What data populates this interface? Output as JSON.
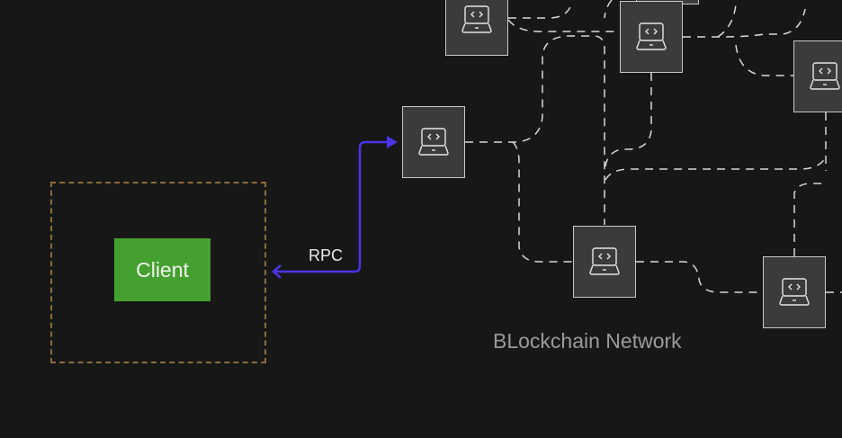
{
  "client": {
    "label": "Client"
  },
  "connection": {
    "label": "RPC",
    "color": "#4a35e8"
  },
  "network": {
    "label": "BLockchain Network"
  },
  "colors": {
    "background": "#171717",
    "client": "#45a12f",
    "client_frame": "#8d6b3d",
    "node_fill": "#3b3b3b",
    "node_border": "#c8c8c8"
  },
  "nodes": [
    {
      "icon": "laptop-code-icon"
    },
    {
      "icon": "laptop-code-icon"
    },
    {
      "icon": "laptop-code-icon"
    },
    {
      "icon": "laptop-code-icon"
    },
    {
      "icon": "laptop-code-icon"
    },
    {
      "icon": "laptop-code-icon"
    },
    {
      "icon": "laptop-code-icon"
    }
  ]
}
